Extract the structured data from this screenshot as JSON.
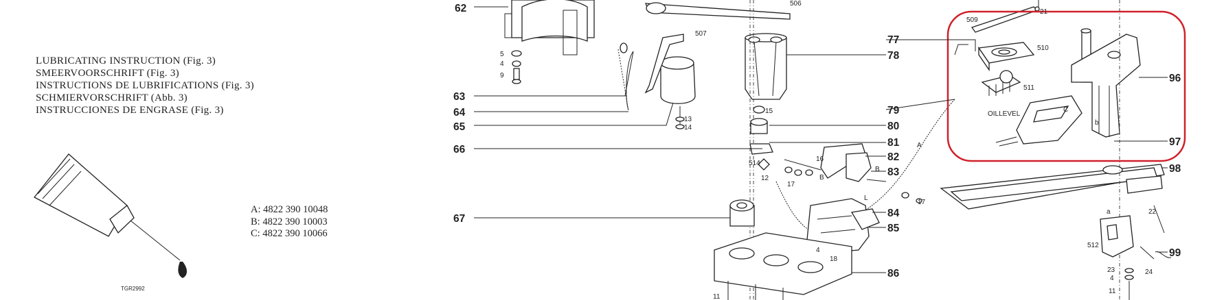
{
  "instructions": [
    "LUBRICATING INSTRUCTION (Fig. 3)",
    "SMEERVOORSCHRIFT (Fig. 3)",
    "INSTRUCTIONS DE LUBRIFICATIONS (Fig. 3)",
    "SCHMIERVORSCHRIFT (Abb. 3)",
    "INSTRUCCIONES DE ENGRASE (Fig. 3)"
  ],
  "lubricant_codes": [
    "A: 4822 390 10048",
    "B: 4822 390 10003",
    "C: 4822 390 10066"
  ],
  "figure_code": "TGR2992",
  "callouts_left": [
    "62",
    "63",
    "64",
    "65",
    "66",
    "67"
  ],
  "callouts_mid": [
    "77",
    "78",
    "79",
    "80",
    "81",
    "82",
    "83",
    "84",
    "85",
    "86"
  ],
  "callouts_right": [
    "96",
    "97",
    "98",
    "99"
  ],
  "small_labels": {
    "p506": "506",
    "p507": "507",
    "p509": "509",
    "p510": "510",
    "p511": "511",
    "p512": "512",
    "p514": "514",
    "p5": "5",
    "p4a": "4",
    "p9": "9",
    "p13": "13",
    "p14": "14",
    "p15": "15",
    "p16": "16",
    "p17a": "17",
    "p17b": "17",
    "p12": "12",
    "p18": "18",
    "p4b": "4",
    "p11a": "11",
    "p22": "22",
    "p23": "23",
    "p4c": "4",
    "p24": "24",
    "p11b": "11",
    "p21": "21",
    "A": "A",
    "B1": "B",
    "B2": "B",
    "L": "L",
    "C": "C",
    "b": "b",
    "a": "a",
    "oil_level": "OILLEVEL"
  },
  "highlight_color": "#d0202a"
}
